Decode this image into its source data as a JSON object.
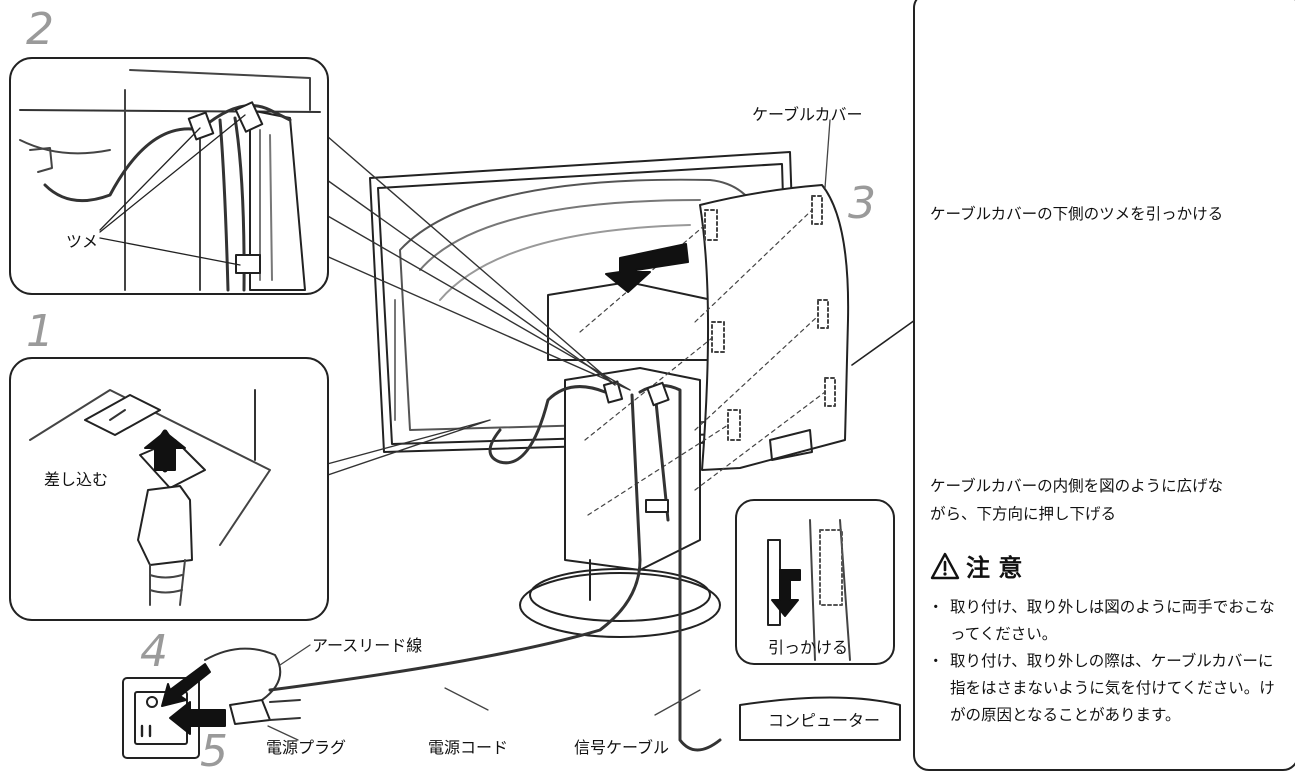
{
  "steps": [
    "2",
    "1",
    "3",
    "4",
    "5"
  ],
  "labels": {
    "tsume": "ツメ",
    "sashikomu": "差し込む",
    "cable_cover": "ケーブルカバー",
    "earth_lead": "アースリード線",
    "power_plug": "電源プラグ",
    "power_cord": "電源コード",
    "signal_cable": "信号ケーブル",
    "computer": "コンピューター",
    "hikkakeru": "引っかける"
  },
  "right_panel": {
    "caption1": "ケーブルカバーの下側のツメを引っかける",
    "caption2_line1": "ケーブルカバーの内側を図のように広げな",
    "caption2_line2": "がら、下方向に押し下げる",
    "caution_title": "注 意",
    "caution_items": [
      "取り付け、取り外しは図のように両手でおこなってください。",
      "取り付け、取り外しの際は、ケーブルカバーに指をはさまないように気を付けてください。けがの原因となることがあります。"
    ]
  },
  "icons": [
    "warning-icon",
    "arrow-icon",
    "hand-icon"
  ]
}
